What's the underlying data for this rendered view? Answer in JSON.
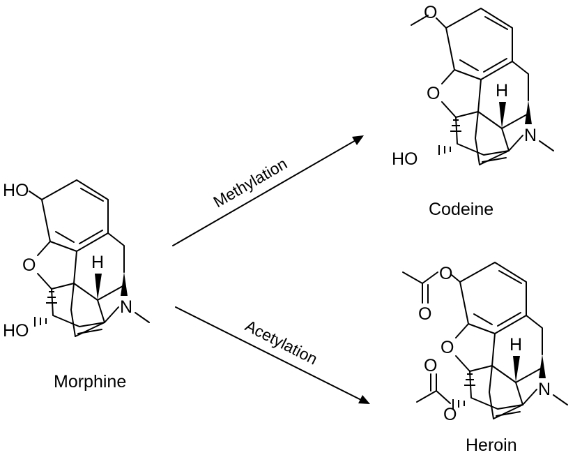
{
  "compounds": {
    "morphine": {
      "name": "Morphine",
      "atoms": {
        "phenol_oh": "HO",
        "ring_o": "O",
        "alcohol_oh": "HO",
        "h": "H",
        "n": "N"
      }
    },
    "codeine": {
      "name": "Codeine",
      "atoms": {
        "ether_o": "O",
        "ring_o": "O",
        "alcohol_oh": "HO",
        "h": "H",
        "n": "N"
      }
    },
    "heroin": {
      "name": "Heroin",
      "atoms": {
        "ester_o1": "O",
        "carbonyl_o1": "O",
        "ring_o": "O",
        "carbonyl_o2": "O",
        "ester_o2": "O",
        "h": "H",
        "n": "N"
      }
    }
  },
  "reactions": {
    "methylation": {
      "label": "Methylation"
    },
    "acetylation": {
      "label": "Acetylation"
    }
  },
  "colors": {
    "ink": "#000000",
    "background": "#ffffff"
  }
}
